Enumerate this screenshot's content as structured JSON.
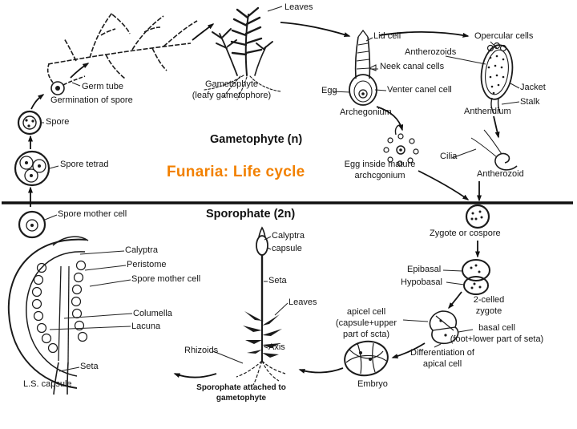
{
  "title": {
    "text": "Funaria: Life cycle",
    "color": "#f28000"
  },
  "colors": {
    "ink": "#1a1a1a",
    "background": "#ffffff"
  },
  "sections": {
    "gametophyte": "Gametophyte (n)",
    "sporophyte": "Sporophate (2n)"
  },
  "labels": {
    "leaves_top": "Leaves",
    "lid_cell": "Lid cell",
    "opercular_cells": "Opercular cells",
    "antherozoids": "Antherozoids",
    "neck_canal_cells": "Neek canal cells",
    "germ_tube": "Germ tube",
    "germination_of_spore": "Germination of spore",
    "gametophyte_caption": "Gametophyte\n(leafy gametophore)",
    "egg": "Egg",
    "venter_canal_cell": "Venter canel cell",
    "jacket": "Jacket",
    "stalk": "Stalk",
    "spore": "Spore",
    "archegonium": "Archegonium",
    "antheridium": "Antheridium",
    "spore_tetrad": "Spore tetrad",
    "cilia": "Cilia",
    "egg_inside_archegonium": "Egg inside mature\narchcgonium",
    "antherozoid": "Antherozoid",
    "spore_mother_cell": "Spore mother cell",
    "zygote": "Zygote or cospore",
    "calyptra_ls": "Calyptra",
    "calyptra_sporophyte": "Calyptra",
    "capsule": "capsule",
    "peristome": "Peristome",
    "spore_mother_cell_ls": "Spore mother cell",
    "epibasal": "Epibasal",
    "hypobasal": "Hypobasal",
    "seta_sporophyte": "Seta",
    "leaves_sporophyte": "Leaves",
    "two_celled_zygote": "2-celled\nzygote",
    "columella": "Columella",
    "lacuna": "Lacuna",
    "apical_cell": "apicel cell\n(capsule+upper\npart of scta)",
    "basal_cell": "basal cell\n(foot+lower part of seta)",
    "rhizoids": "Rhizoids",
    "axis": "Axis",
    "differentiation": "Differentiation of\napical cell",
    "seta_ls": "Seta",
    "embryo": "Embryo",
    "ls_capsule": "L.S. capsule",
    "sporophyte_attached": "Sporophate attached to\ngametophyte"
  }
}
